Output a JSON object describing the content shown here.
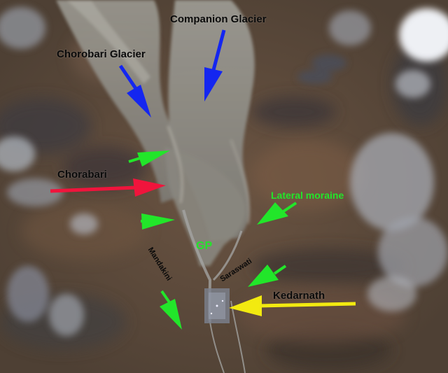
{
  "image": {
    "kind": "annotated satellite image",
    "subject": "Chorabari and Companion glaciers above Kedarnath"
  },
  "colors": {
    "glacier_arrow": "#1426f0",
    "location_arrow": "#f0143c",
    "moraine_arrow": "#22e62a",
    "town_arrow": "#f2ea10",
    "label_dark": "#0a0a0a",
    "label_green": "#22e62a",
    "terrain_brown": "#5a4a3c",
    "glacier_grey": "#8c8a84",
    "snow": "#e6e9ee"
  },
  "labels": {
    "companion_glacier": "Companion Glacier",
    "chorobari_glacier": "Chorobari Glacier",
    "chorabari": "Chorabari",
    "lateral_moraine": "Lateral moraine",
    "gp": "GP",
    "mandakini": "Mandakini",
    "saraswati": "Saraswati",
    "kedarnath": "Kedarnath"
  },
  "arrows": [
    {
      "name": "companion-glacier-arrow",
      "color_key": "glacier_arrow",
      "points_to": "Companion Glacier"
    },
    {
      "name": "chorobari-glacier-arrow",
      "color_key": "glacier_arrow",
      "points_to": "Chorobari Glacier"
    },
    {
      "name": "chorabari-arrow",
      "color_key": "location_arrow",
      "points_to": "Chorabari"
    },
    {
      "name": "moraine-arrow-upper-left",
      "color_key": "moraine_arrow",
      "points_to": "Lateral moraine"
    },
    {
      "name": "moraine-arrow-middle-left",
      "color_key": "moraine_arrow",
      "points_to": "Lateral moraine"
    },
    {
      "name": "moraine-arrow-lower-left",
      "color_key": "moraine_arrow",
      "points_to": "Lateral moraine"
    },
    {
      "name": "moraine-arrow-right",
      "color_key": "moraine_arrow",
      "points_to": "Lateral moraine"
    },
    {
      "name": "moraine-arrow-lower-right",
      "color_key": "moraine_arrow",
      "points_to": "Lateral moraine"
    },
    {
      "name": "kedarnath-arrow",
      "color_key": "town_arrow",
      "points_to": "Kedarnath"
    }
  ]
}
